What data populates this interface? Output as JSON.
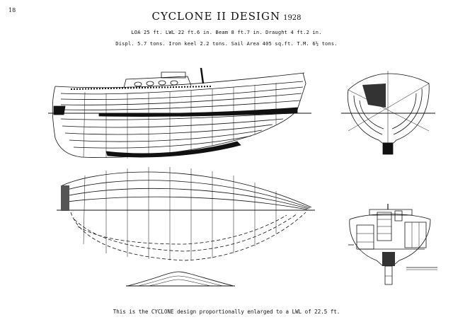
{
  "page_number": "18",
  "title": {
    "name": "CYCLONE II DESIGN",
    "year": "1928"
  },
  "specifications": {
    "line1": "LOA 25 ft.  LWL 22 ft.6 in.  Beam 8 ft.7 in.  Draught 4 ft.2 in.",
    "line2": "Displ. 5.7 tons. Iron keel 2.2 tons. Sail Area 405 sq.ft. T.M. 6½ tons."
  },
  "caption": "This is the CYCLONE design proportionally enlarged to a LWL of 22.5 ft.",
  "colors": {
    "ink": "#111111",
    "paper": "#ffffff"
  }
}
